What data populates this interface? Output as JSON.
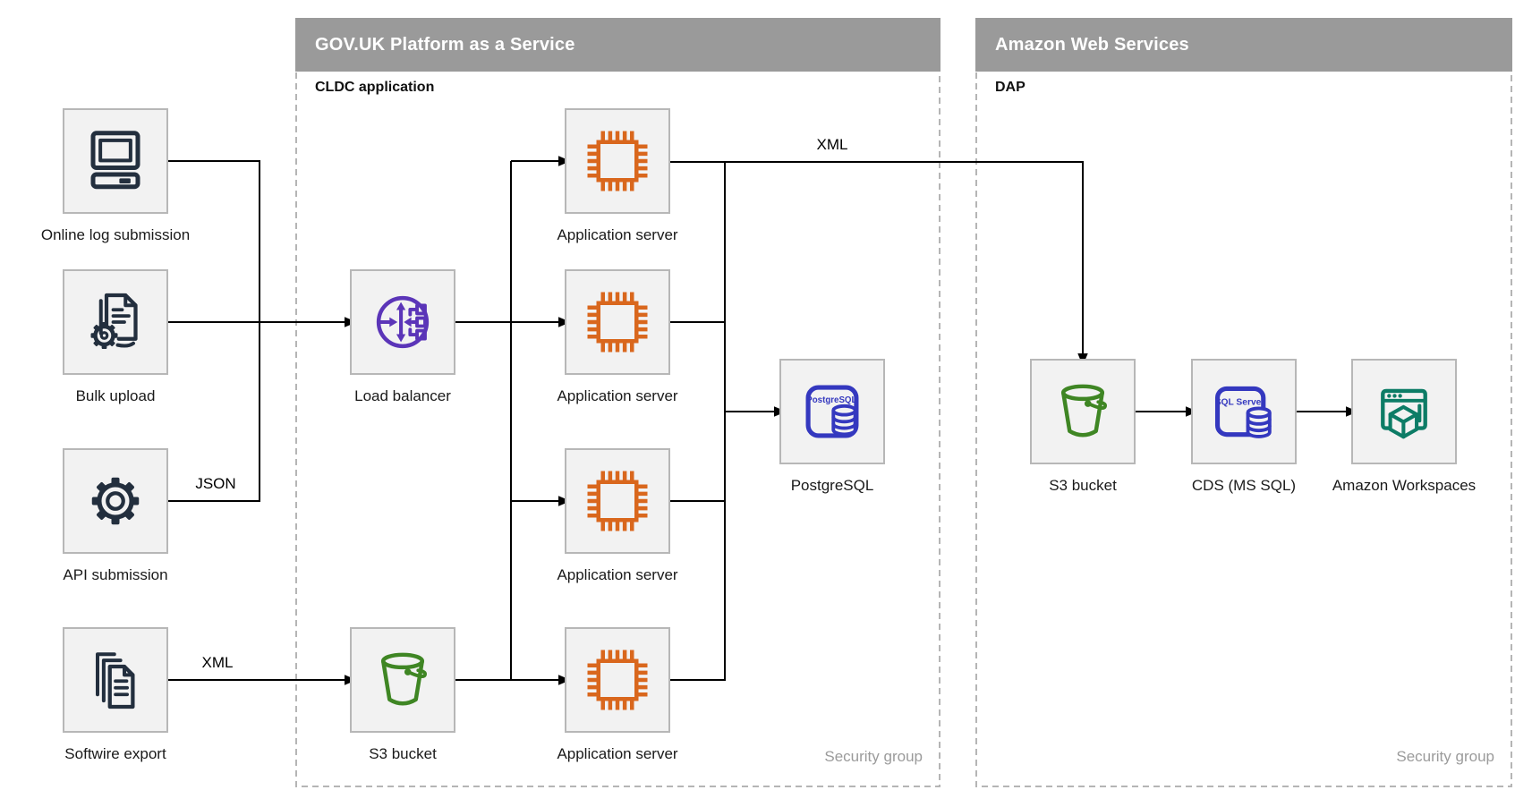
{
  "colors": {
    "header_bg": "#9a9a9a",
    "header_text": "#ffffff",
    "box_bg": "#f2f2f2",
    "box_border": "#b7b7b7",
    "dashed_border": "#b5b5b5",
    "wire": "#000000",
    "label_text": "#1a1a1a",
    "muted_text": "#9b9b9b",
    "icon_dark": "#232f3e",
    "lb_purple": "#5b35b8",
    "chip_orange": "#d9671d",
    "bucket_green": "#3f8624",
    "db_indigo": "#3438bf",
    "workspaces_teal": "#0d7c66"
  },
  "containers": {
    "paas": {
      "title": "GOV.UK Platform as a Service",
      "sublabel": "CLDC application",
      "footer": "Security group"
    },
    "aws": {
      "title": "Amazon Web Services",
      "sublabel": "DAP",
      "footer": "Security group"
    }
  },
  "nodes": {
    "online_log": {
      "label": "Online log submission"
    },
    "bulk_upload": {
      "label": "Bulk upload"
    },
    "api_submission": {
      "label": "API submission"
    },
    "softwire_export": {
      "label": "Softwire export"
    },
    "load_balancer": {
      "label": "Load balancer"
    },
    "s3_paas": {
      "label": "S3 bucket"
    },
    "app_server": {
      "label": "Application server"
    },
    "postgresql": {
      "label": "PostgreSQL",
      "icon_text": "PostgreSQL"
    },
    "s3_aws": {
      "label": "S3 bucket"
    },
    "cds": {
      "label": "CDS (MS SQL)",
      "icon_text": "SQL Server"
    },
    "workspaces": {
      "label": "Amazon Workspaces"
    }
  },
  "edge_labels": {
    "json": "JSON",
    "xml_softwire": "XML",
    "xml_app_to_dap": "XML"
  }
}
